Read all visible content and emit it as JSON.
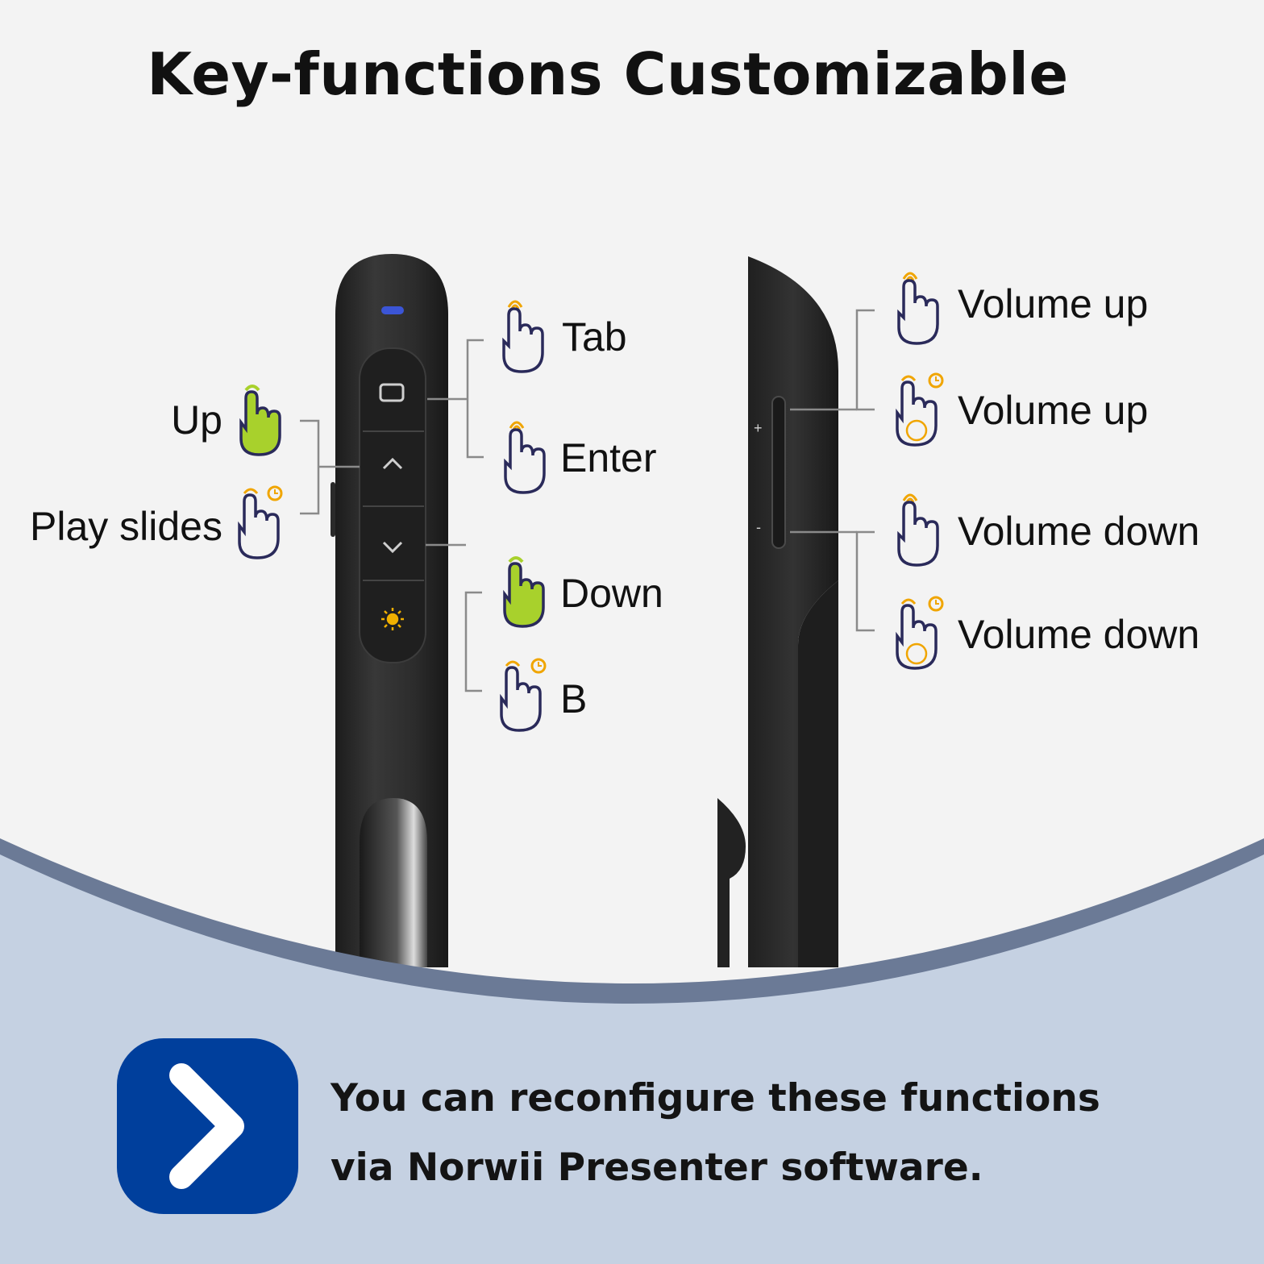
{
  "title": "Key-functions Customizable",
  "left_labels": {
    "up": "Up",
    "play_slides": "Play slides"
  },
  "center_labels": {
    "tab": "Tab",
    "enter": "Enter",
    "down": "Down",
    "b": "B"
  },
  "right_labels": {
    "volume_up_1": "Volume up",
    "volume_up_2": "Volume up",
    "volume_down_1": "Volume down",
    "volume_down_2": "Volume down"
  },
  "side_marks": {
    "plus": "+",
    "minus": "-"
  },
  "footer": {
    "line1": "You can reconfigure these functions",
    "line2": "via Norwii Presenter software."
  },
  "colors": {
    "background": "#f3f3f3",
    "footer_background": "#c5d1e2",
    "footer_wave": "#6b7a96",
    "device": "#2b2b2b",
    "accent_blue": "#003f9c",
    "highlight_green": "#a8d12c",
    "gesture_orange": "#f0a500",
    "gesture_outline": "#2a2a5a"
  },
  "icons": {
    "gestures": [
      "hand-click-icon",
      "hand-double-click-icon",
      "hand-long-press-icon"
    ],
    "device_buttons": [
      "screen-icon",
      "chevron-up-icon",
      "chevron-down-icon",
      "laser-icon"
    ],
    "app": "chevron-right-icon"
  }
}
